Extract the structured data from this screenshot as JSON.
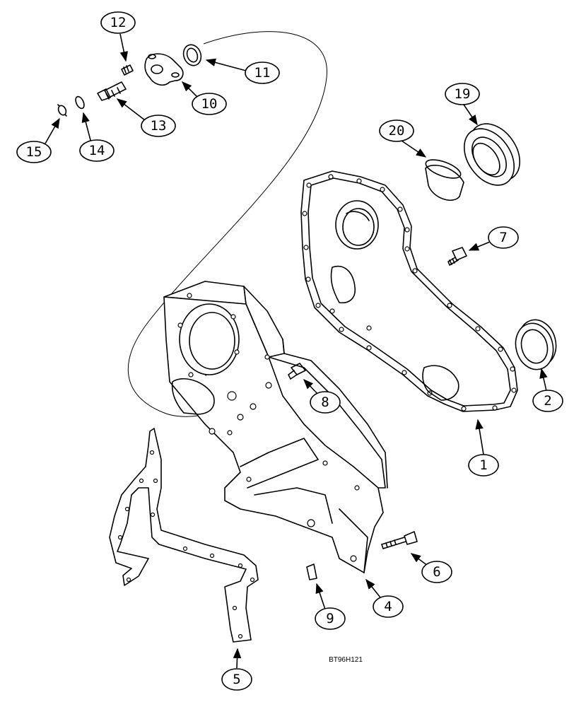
{
  "drawing_id": "BT96H121",
  "callouts": {
    "c1": "1",
    "c2": "2",
    "c4": "4",
    "c5": "5",
    "c6": "6",
    "c7": "7",
    "c8": "8",
    "c9": "9",
    "c10": "10",
    "c11": "11",
    "c12": "12",
    "c13": "13",
    "c14": "14",
    "c15": "15",
    "c19": "19",
    "c20": "20"
  }
}
